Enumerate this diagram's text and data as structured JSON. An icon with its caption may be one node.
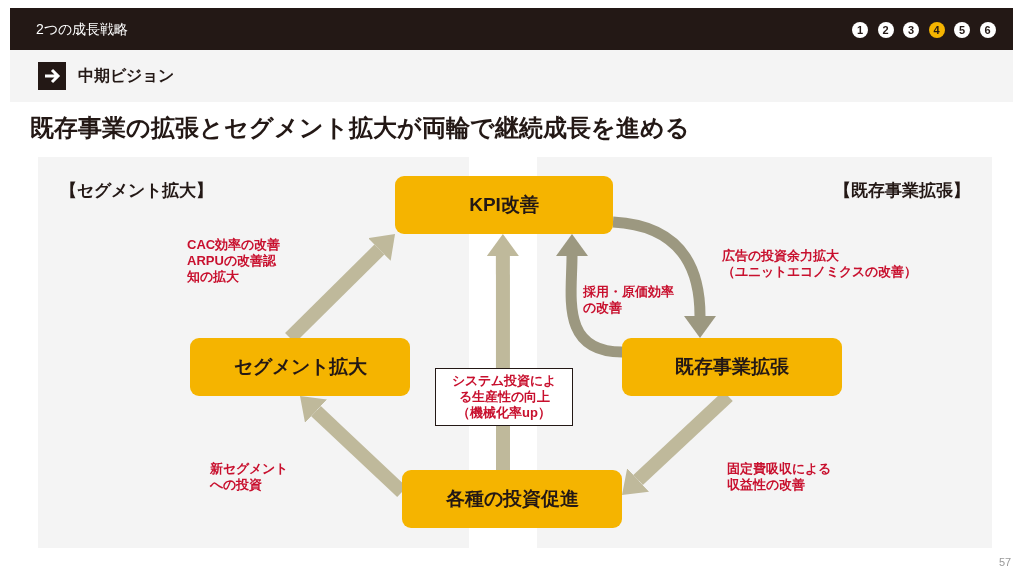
{
  "diagram": {
    "title": "既存事業の拡張とセグメント拡大が両輪で継続成長を進める",
    "nodes": [
      {
        "text": [
          "【セグメント拡大】"
        ]
      },
      {
        "text": [
          "【既存事業拡張】"
        ]
      },
      {
        "text": [
          "KPI改善"
        ]
      },
      {
        "text": [
          "セグメント拡大"
        ],
        "in": 0
      },
      {
        "text": [
          "既存事業拡張"
        ],
        "in": 1
      },
      {
        "text": [
          "各種の投資促進"
        ]
      }
    ],
    "edges": [
      {
        "from": 3,
        "to": 2,
        "arrow": "to",
        "label": "CAC効率の改善ARPUの改善認知の拡大"
      },
      {
        "from": 2,
        "to": 4,
        "arrow": "to",
        "color": "#9c9880",
        "label": "広告の投資余力拡大（ユニットエコノミクスの改善）"
      },
      {
        "from": 4,
        "to": 2,
        "arrow": "to",
        "color": "#9c9880",
        "label": "採用・原価効率の改善"
      },
      {
        "from": 5,
        "to": 3,
        "arrow": "to",
        "label": "新セグメントへの投資"
      },
      {
        "from": 5,
        "to": 2,
        "arrow": "to",
        "label": "システム投資による生産性の向上（機械化率up）"
      },
      {
        "from": 4,
        "to": 5,
        "arrow": "to",
        "label": "固定費吸収による収益性の改善"
      }
    ],
    "labels": [
      "2つの成長戦略",
      "1",
      "2",
      "3",
      "4",
      "5",
      "6",
      "中期ビジョン",
      "57"
    ]
  }
}
